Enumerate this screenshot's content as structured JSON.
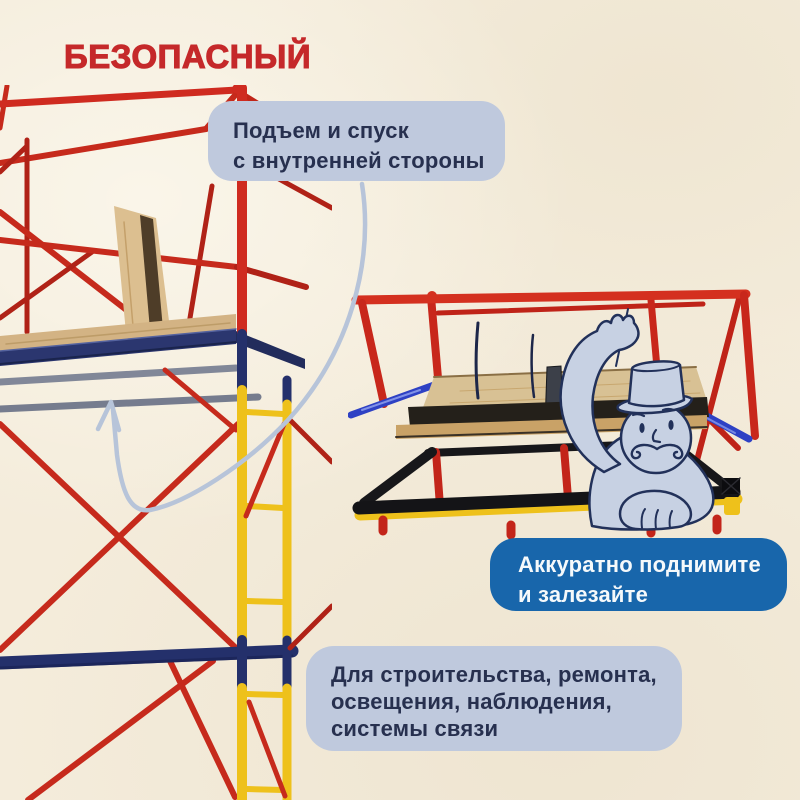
{
  "title": {
    "text": "БЕЗОПАСНЫЙ"
  },
  "callout_top": {
    "line1": "Подъем и спуск",
    "line2": "с внутренней стороны"
  },
  "callout_action": {
    "line1": "Аккуратно поднимите",
    "line2": "и залезайте"
  },
  "callout_uses": {
    "line1": "Для строительства, ремонта,",
    "line2": "освещения, наблюдения,",
    "line3": "системы связи"
  },
  "illustrations": {
    "left": "scaffold-tower-photo",
    "right": "scaffold-platform-photo",
    "mascot": "gentleman-mascot-with-top-hat",
    "arrow": "curved-arrow-to-platform"
  },
  "colors": {
    "background": "#f4ecdb",
    "title_red": "#c5292a",
    "bubble_blue": "#bfc9dd",
    "bubble_text": "#27304f",
    "action_blue": "#1866ab",
    "action_text": "#f5f9fb",
    "arrow_blue": "#b7c4d9",
    "scaffold_red": "#cf2b20",
    "scaffold_red_dark": "#b02217",
    "scaffold_navy": "#24306b",
    "scaffold_yellow": "#eec11b",
    "steel_gray": "#7e8496",
    "wood_tan": "#d8c194",
    "frame_black": "#151518",
    "rail_blue": "#2e41c4",
    "mascot_fill": "#c7d1e3",
    "mascot_outline": "#22315a"
  }
}
